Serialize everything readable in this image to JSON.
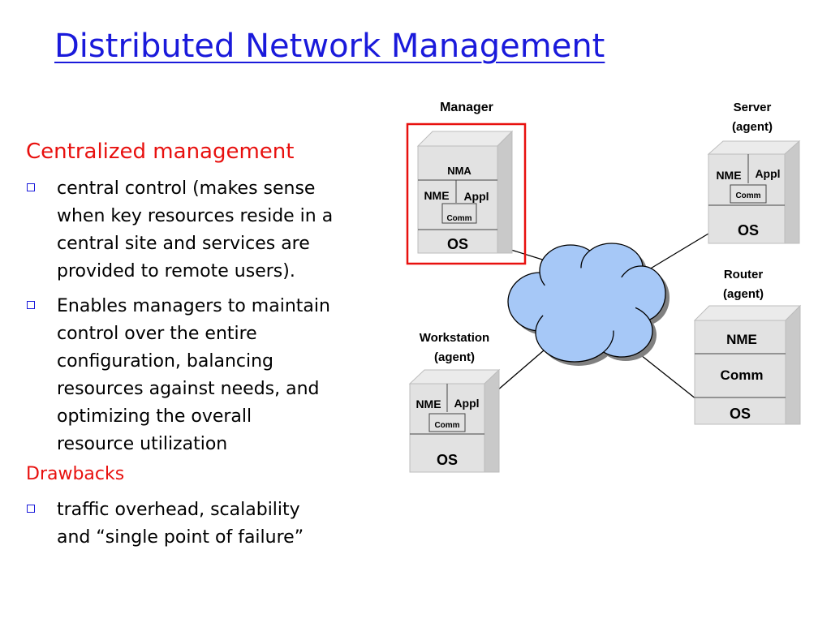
{
  "title": "Distributed Network Management",
  "centralized_heading": "Centralized management",
  "bullets": [
    [
      "central control (makes sense",
      "when key resources reside in a",
      "central site and services are",
      "provided to remote users)."
    ],
    [
      "Enables managers to maintain",
      "control over the entire",
      "configuration, balancing",
      "resources against needs, and",
      "optimizing the overall",
      "resource utilization"
    ]
  ],
  "drawbacks_heading": "Drawbacks",
  "drawback_bullets": [
    [
      "traffic overhead, scalability",
      "and “single point of failure”"
    ]
  ],
  "diagram": {
    "manager": {
      "label": "Manager",
      "nma": "NMA",
      "nme": "NME",
      "appl": "Appl",
      "comm": "Comm",
      "os": "OS"
    },
    "server": {
      "label1": "Server",
      "label2": "(agent)",
      "nme": "NME",
      "appl": "Appl",
      "comm": "Comm",
      "os": "OS"
    },
    "router": {
      "label1": "Router",
      "label2": "(agent)",
      "nme": "NME",
      "comm": "Comm",
      "os": "OS"
    },
    "workstation": {
      "label1": "Workstation",
      "label2": "(agent)",
      "nme": "NME",
      "appl": "Appl",
      "comm": "Comm",
      "os": "OS"
    },
    "colors": {
      "highlight": "#e8100e",
      "cloud": "#a6c8f7",
      "box_front": "#e2e2e2",
      "box_side": "#c9c9c9"
    }
  }
}
